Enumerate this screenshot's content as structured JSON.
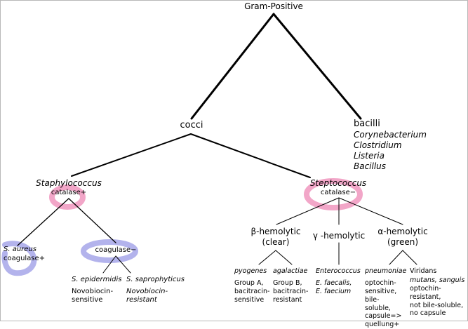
{
  "root": {
    "label": "Gram-Positive"
  },
  "cocci": {
    "label": "cocci"
  },
  "bacilli": {
    "label": "bacilli",
    "species": [
      "Corynebacterium",
      "Clostridium",
      "Listeria",
      "Bacillus"
    ]
  },
  "staphylococcus": {
    "label": "Staphylococcus",
    "test": "catalase+",
    "aureus": {
      "name": "S. aureus",
      "test": "coagulase+"
    },
    "coagulase_negative": {
      "label": "coagulase−",
      "epidermidis": {
        "name": "S. epidermidis",
        "lines": [
          "Novobiocin-",
          "sensitive"
        ]
      },
      "saprophyticus": {
        "name": "S. saprophyticus",
        "lines": [
          "Novobiocin-",
          "resistant"
        ]
      }
    }
  },
  "streptococcus": {
    "label": "Steptococcus",
    "test": "catalase−",
    "beta": {
      "lines": [
        "β-hemolytic",
        "(clear)"
      ],
      "pyogenes": {
        "name": "pyogenes",
        "lines": [
          "Group A,",
          "bacitracin-",
          "sensitive"
        ]
      },
      "agalactiae": {
        "name": "agalactiae",
        "lines": [
          "Group B,",
          "bacitracin-",
          "resistant"
        ]
      }
    },
    "gamma": {
      "label": "γ -hemolytic",
      "enterococcus": {
        "name": "Enterococcus",
        "lines": [
          "E. faecalis,",
          "E. faecium"
        ]
      }
    },
    "alpha": {
      "lines": [
        "α-hemolytic",
        "(green)"
      ],
      "pneumoniae": {
        "name": "pneumoniae",
        "lines": [
          "optochin-",
          "sensitive,",
          "bile-",
          "soluble,",
          "capsule=>",
          "quellung+"
        ]
      },
      "viridans": {
        "name": "Viridans",
        "sub": "mutans, sanguis",
        "lines": [
          "optochin-",
          "resistant,",
          "not bile-soluble,",
          "no capsule"
        ]
      }
    }
  },
  "colors": {
    "pink": "#f2a6c8",
    "lavender": "#b3b3ec"
  }
}
